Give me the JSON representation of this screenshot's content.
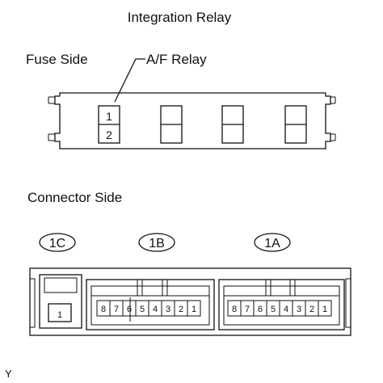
{
  "title": "Integration Relay",
  "fuse_side": {
    "label": "Fuse Side",
    "relay_label": "A/F Relay",
    "relay_terminals": [
      "1",
      "2"
    ]
  },
  "connector_side": {
    "label": "Connector Side",
    "connectors": [
      {
        "id": "1C",
        "pins": [
          "1"
        ]
      },
      {
        "id": "1B",
        "pins": [
          "8",
          "7",
          "6",
          "5",
          "4",
          "3",
          "2",
          "1"
        ]
      },
      {
        "id": "1A",
        "pins": [
          "8",
          "7",
          "6",
          "5",
          "4",
          "3",
          "2",
          "1"
        ]
      }
    ]
  },
  "corner_mark": "Y"
}
